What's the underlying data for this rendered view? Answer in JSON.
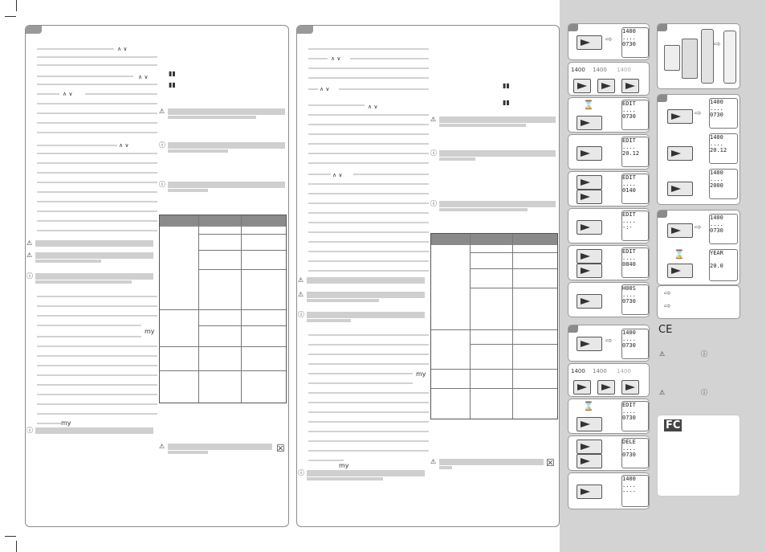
{
  "document": {
    "page_numbers": [
      "",
      ""
    ],
    "icons": {
      "up_down": "∧ ∨",
      "program_icon": "▮▮",
      "warning": "⚠",
      "info": "ⓘ",
      "my": "my",
      "recycle_bin": "☒"
    }
  },
  "side_panels": {
    "lcd_text": {
      "time_1400": "1400",
      "time_0730": "0730",
      "edit": "EDIT",
      "time_1400_b": "1400",
      "year": "YEAR",
      "year_val": "20.0",
      "dels": "DELE",
      "h40": "H00S",
      "time_2012": "20.12",
      "time_2000": "2000",
      "min_0140": "0140",
      "sec_0840": "0840"
    },
    "marks": {
      "ce": "CE",
      "fcc": "FC"
    }
  }
}
